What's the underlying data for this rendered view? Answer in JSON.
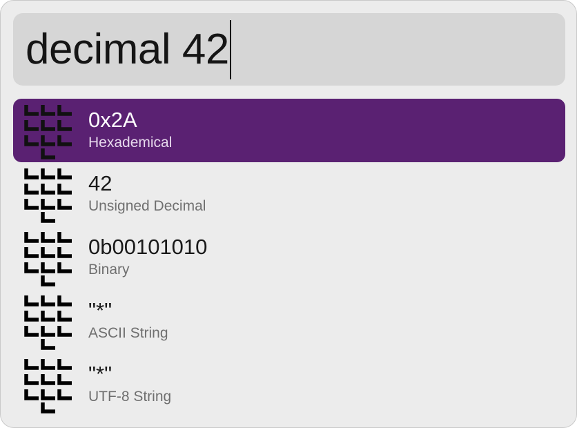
{
  "search": {
    "query": "decimal 42"
  },
  "results": [
    {
      "title": "0x2A",
      "subtitle": "Hexademical",
      "icon": "chevron-grid-icon",
      "selected": true
    },
    {
      "title": "42",
      "subtitle": "Unsigned Decimal",
      "icon": "chevron-grid-icon",
      "selected": false
    },
    {
      "title": "0b00101010",
      "subtitle": "Binary",
      "icon": "chevron-grid-icon",
      "selected": false
    },
    {
      "title": "\"*\"",
      "subtitle": "ASCII String",
      "icon": "chevron-grid-icon",
      "selected": false
    },
    {
      "title": "\"*\"",
      "subtitle": "UTF-8 String",
      "icon": "chevron-grid-icon",
      "selected": false
    }
  ],
  "colors": {
    "selection": "#5a2172",
    "background": "#ececec",
    "search_field": "#d6d6d6"
  }
}
